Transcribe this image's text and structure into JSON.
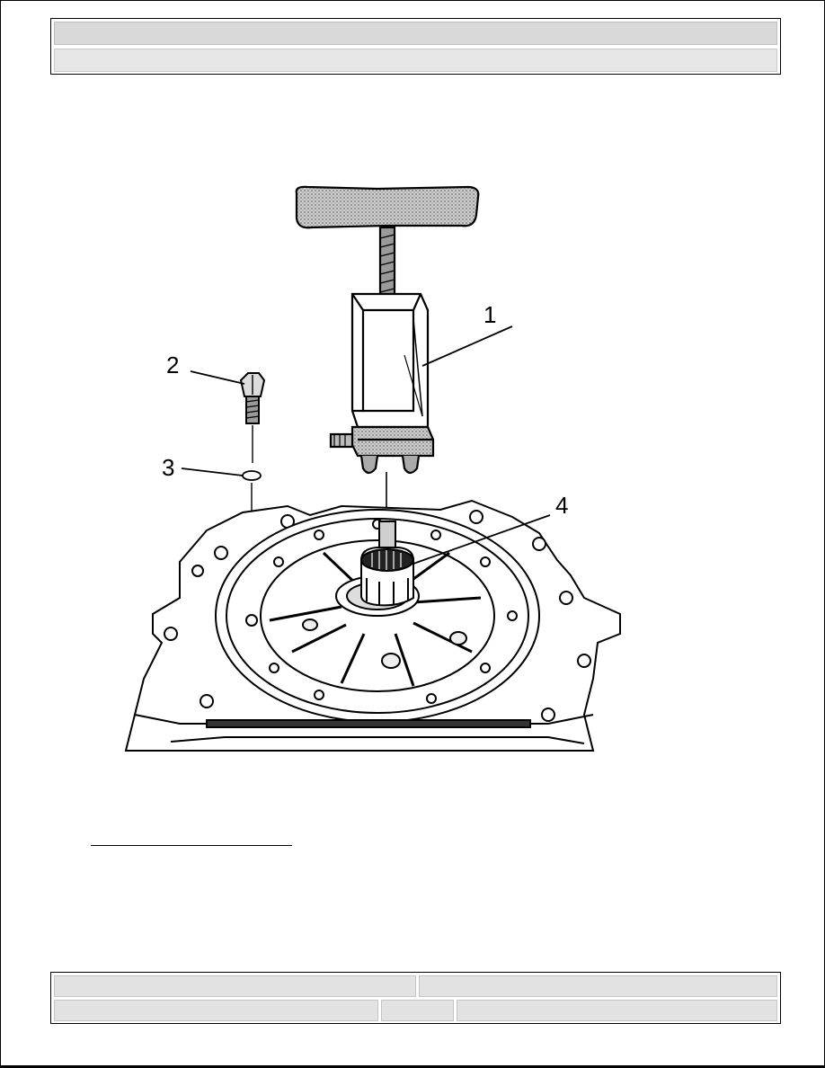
{
  "header": {
    "title": "",
    "subtitle": ""
  },
  "figure": {
    "callouts": [
      "1",
      "2",
      "3",
      "4"
    ]
  },
  "footer": {
    "left_top": "",
    "right_top": "",
    "left_bottom": "",
    "middle_bottom": "",
    "right_bottom": ""
  }
}
